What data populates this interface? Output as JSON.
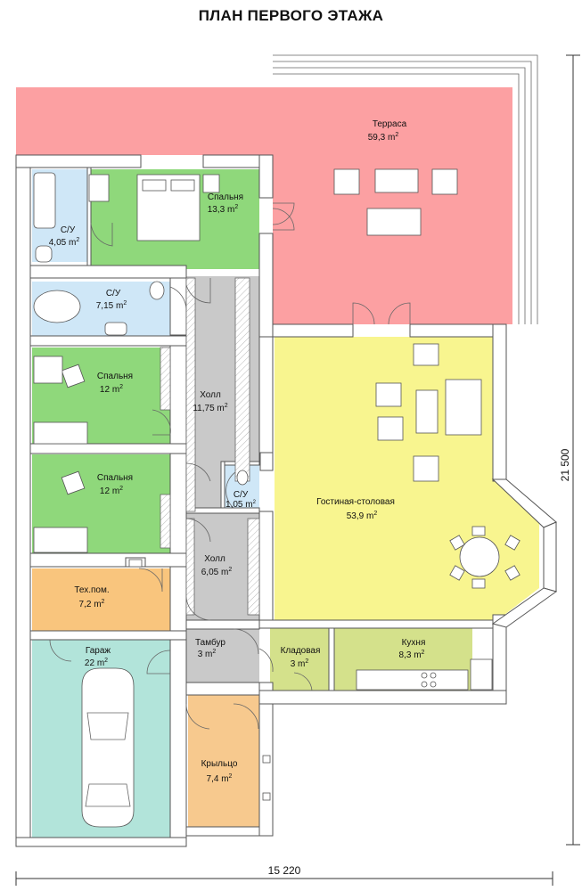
{
  "title": "ПЛАН ПЕРВОГО ЭТАЖА",
  "colors": {
    "terrace": "#fca0a2",
    "bedroom": "#8fd87b",
    "bathroom": "#cfe7f7",
    "hall": "#c9c9c9",
    "living": "#f8f58f",
    "tech": "#f9c57d",
    "garage": "#b2e4da",
    "porch": "#f7c98e",
    "storage": "#d4e18b",
    "kitchen": "#d4e18b"
  },
  "rooms": {
    "terrace": {
      "name": "Терраса",
      "area": "59,3 m",
      "sup": "2"
    },
    "bath1": {
      "name": "С/У",
      "area": "4,05 m",
      "sup": "2"
    },
    "bedroom1": {
      "name": "Спальня",
      "area": "13,3 m",
      "sup": "2"
    },
    "bath2": {
      "name": "С/У",
      "area": "7,15 m",
      "sup": "2"
    },
    "bedroom2": {
      "name": "Спальня",
      "area": "12 m",
      "sup": "2"
    },
    "bedroom3": {
      "name": "Спальня",
      "area": "12 m",
      "sup": "2"
    },
    "hall1": {
      "name": "Холл",
      "area": "11,75 m",
      "sup": "2"
    },
    "wc": {
      "name": "С/У",
      "area": "1,05 m",
      "sup": "2"
    },
    "living": {
      "name": "Гостиная-столовая",
      "area": "53,9 m",
      "sup": "2"
    },
    "hall2": {
      "name": "Холл",
      "area": "6,05 m",
      "sup": "2"
    },
    "tech": {
      "name": "Тех.пом.",
      "area": "7,2 m",
      "sup": "2"
    },
    "garage": {
      "name": "Гараж",
      "area": "22 m",
      "sup": "2"
    },
    "tambour": {
      "name": "Тамбур",
      "area": "3 m",
      "sup": "2"
    },
    "storage": {
      "name": "Кладовая",
      "area": "3 m",
      "sup": "2"
    },
    "kitchen": {
      "name": "Кухня",
      "area": "8,3 m",
      "sup": "2"
    },
    "porch": {
      "name": "Крыльцо",
      "area": "7,4 m",
      "sup": "2"
    }
  },
  "dimensions": {
    "width": "15 220",
    "height": "21 500"
  }
}
